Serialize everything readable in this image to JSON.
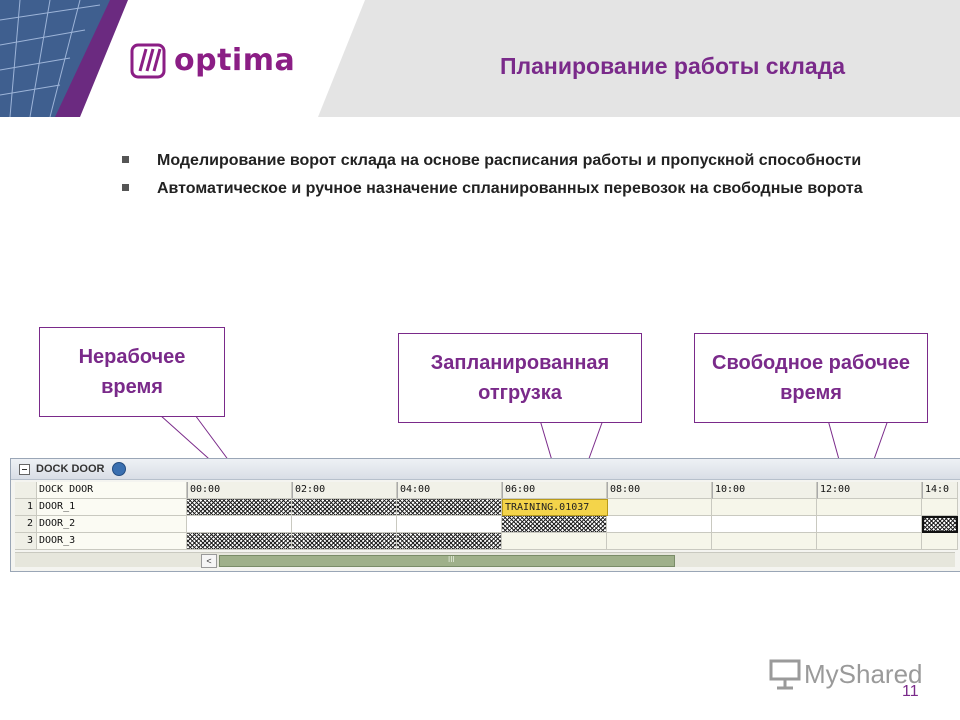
{
  "header": {
    "logo_text": "optima",
    "title": "Планирование работы склада"
  },
  "bullets": [
    "Моделирование ворот склада на основе расписания работы и пропускной способности",
    "Автоматическое и ручное назначение спланированных перевозок на свободные ворота"
  ],
  "callouts": {
    "non_working": "Нерабочее время",
    "planned": "Запланированная отгрузка",
    "free": "Свободное рабочее время"
  },
  "panel": {
    "title": "DOCK DOOR",
    "column_header": "DOCK DOOR",
    "times": [
      "00:00",
      "02:00",
      "04:00",
      "06:00",
      "08:00",
      "10:00",
      "12:00",
      "14:0"
    ],
    "rows": [
      {
        "num": "1",
        "door": "DOOR_1"
      },
      {
        "num": "2",
        "door": "DOOR_2"
      },
      {
        "num": "3",
        "door": "DOOR_3"
      }
    ],
    "booking_label": "TRAINING.01037",
    "scroll_left": "<",
    "scroll_thumb": "III"
  },
  "footer": {
    "watermark": "MyShared",
    "page_number": "11"
  },
  "colors": {
    "brand": "#8b1e85",
    "title": "#7a2a8a",
    "booking": "#f4d44a"
  }
}
